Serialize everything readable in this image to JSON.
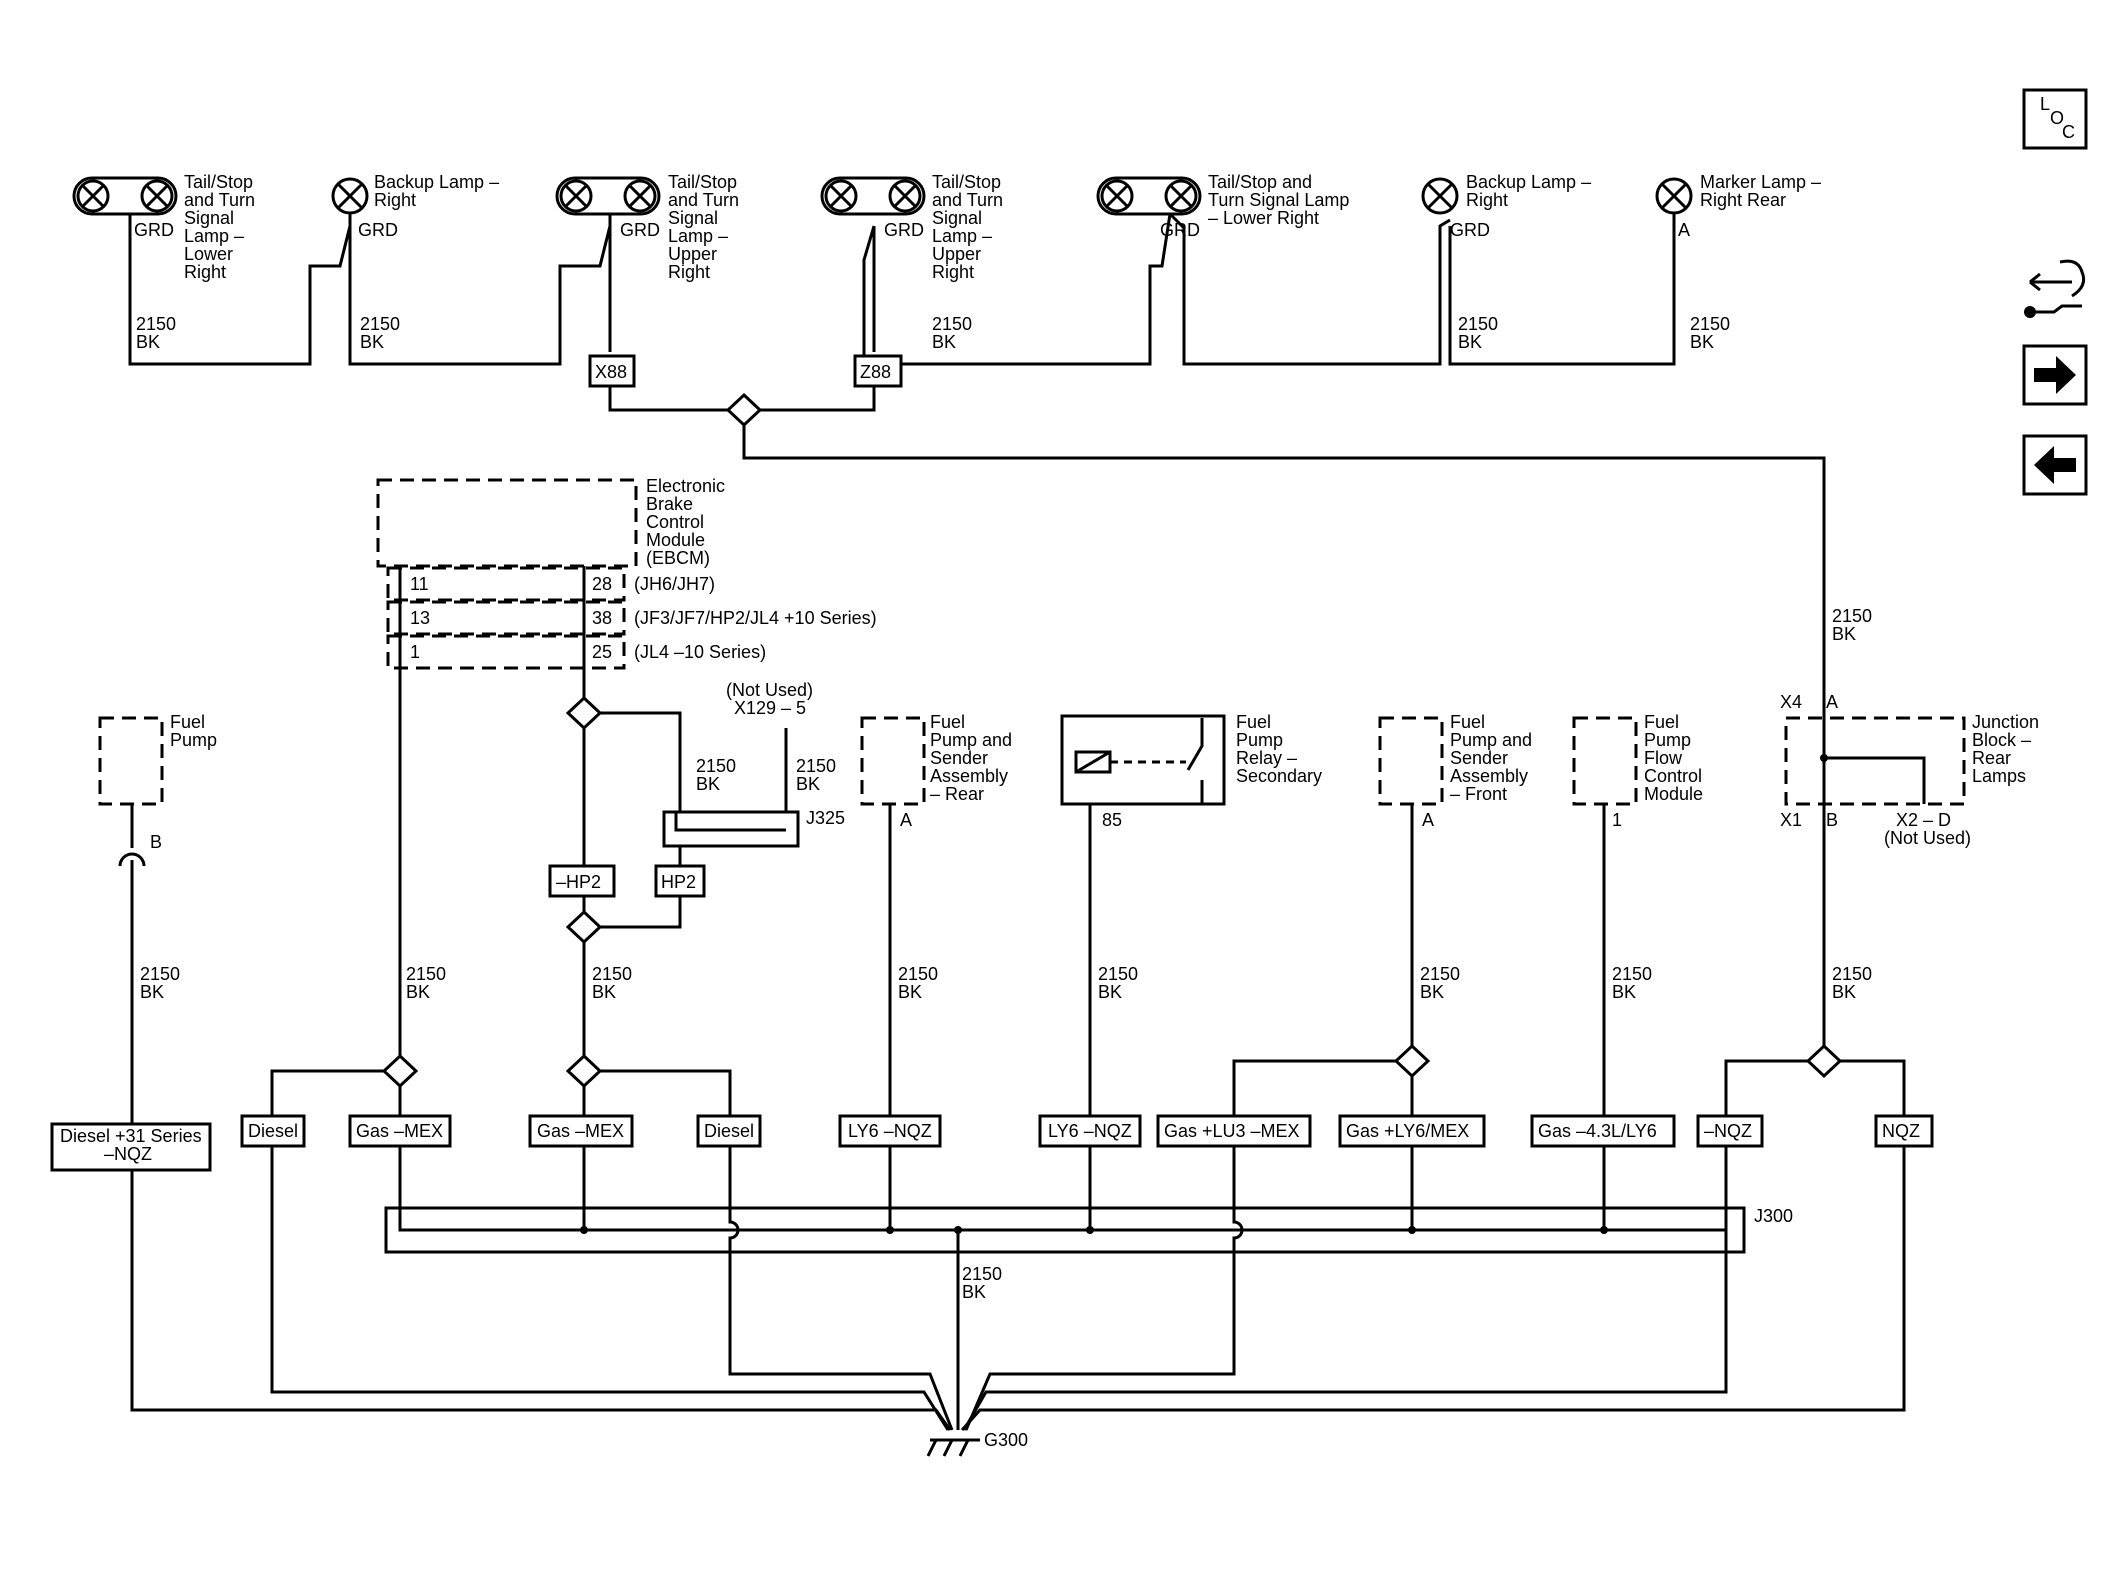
{
  "nav": {
    "loc_l": "L",
    "loc_o": "O",
    "loc_c": "C",
    "colors": {
      "line": "#000000",
      "background": "#ffffff"
    },
    "icons": [
      "loc-icon",
      "connector-tools-icon",
      "next-arrow-icon",
      "previous-arrow-icon"
    ]
  },
  "lamps": {
    "lower_right_tail": [
      "Tail/Stop",
      "and Turn",
      "Signal",
      "Lamp –",
      "Lower",
      "Right"
    ],
    "lower_right_tail_grd": "GRD",
    "backup_right_1": [
      "Backup Lamp –",
      "Right"
    ],
    "backup_right_1_grd": "GRD",
    "upper_right_tail_1": [
      "Tail/Stop",
      "and Turn",
      "Signal",
      "Lamp –",
      "Upper",
      "Right"
    ],
    "upper_right_tail_1_grd": "GRD",
    "upper_right_tail_2": [
      "Tail/Stop",
      "and Turn",
      "Signal",
      "Lamp –",
      "Upper",
      "Right"
    ],
    "upper_right_tail_2_grd": "GRD",
    "lower_right_tail_2": [
      "Tail/Stop and",
      "Turn Signal Lamp",
      "– Lower Right"
    ],
    "lower_right_tail_2_grd": "GRD",
    "backup_right_2": [
      "Backup Lamp –",
      "Right"
    ],
    "backup_right_2_grd": "GRD",
    "marker_right_rear": [
      "Marker Lamp –",
      "Right Rear"
    ],
    "marker_right_rear_pin": "A"
  },
  "wire": {
    "num": "2150",
    "color": "BK"
  },
  "options": {
    "x88": "X88",
    "z88": "Z88",
    "hp2_minus": "–HP2",
    "hp2": "HP2",
    "diesel31": [
      "Diesel +31 Series",
      "–NQZ"
    ],
    "diesel": "Diesel",
    "gas_mex_minus_1": "Gas –MEX",
    "gas_mex_minus_2": "Gas –MEX",
    "ly6_nqz_1": "LY6 –NQZ",
    "ly6_nqz_2": "LY6 –NQZ",
    "gas_lu3": "Gas +LU3 –MEX",
    "gas_ly6_mex": "Gas +LY6/MEX",
    "gas_43": "Gas –4.3L/LY6",
    "nqz_minus": "–NQZ",
    "nqz": "NQZ"
  },
  "ebcm": {
    "label": [
      "Electronic",
      "Brake",
      "Control",
      "Module",
      "(EBCM)"
    ],
    "rows": [
      {
        "a": "11",
        "b": "28",
        "cond": "(JH6/JH7)"
      },
      {
        "a": "13",
        "b": "38",
        "cond": "(JF3/JF7/HP2/JL4 +10 Series)"
      },
      {
        "a": "1",
        "b": "25",
        "cond": "(JL4 –10 Series)"
      }
    ]
  },
  "components": {
    "fuel_pump": [
      "Fuel",
      "Pump"
    ],
    "fuel_pump_pin": "B",
    "not_used": [
      "(Not Used)",
      "X129 – 5"
    ],
    "j325": "J325",
    "fpsa_rear": [
      "Fuel",
      "Pump and",
      "Sender",
      "Assembly",
      "– Rear"
    ],
    "fpsa_rear_pin": "A",
    "relay": [
      "Fuel",
      "Pump",
      "Relay –",
      "Secondary"
    ],
    "relay_pin": "85",
    "fpsa_front": [
      "Fuel",
      "Pump and",
      "Sender",
      "Assembly",
      "– Front"
    ],
    "fpsa_front_pin": "A",
    "fpfc": [
      "Fuel",
      "Pump",
      "Flow",
      "Control",
      "Module"
    ],
    "fpfc_pin": "1",
    "jb": [
      "Junction",
      "Block –",
      "Rear",
      "Lamps"
    ],
    "jb_x4": "X4",
    "jb_a": "A",
    "jb_x1": "X1",
    "jb_b": "B",
    "jb_x2d": "X2 – D",
    "jb_x2d_nu": "(Not Used)",
    "j300": "J300",
    "g300": "G300"
  }
}
